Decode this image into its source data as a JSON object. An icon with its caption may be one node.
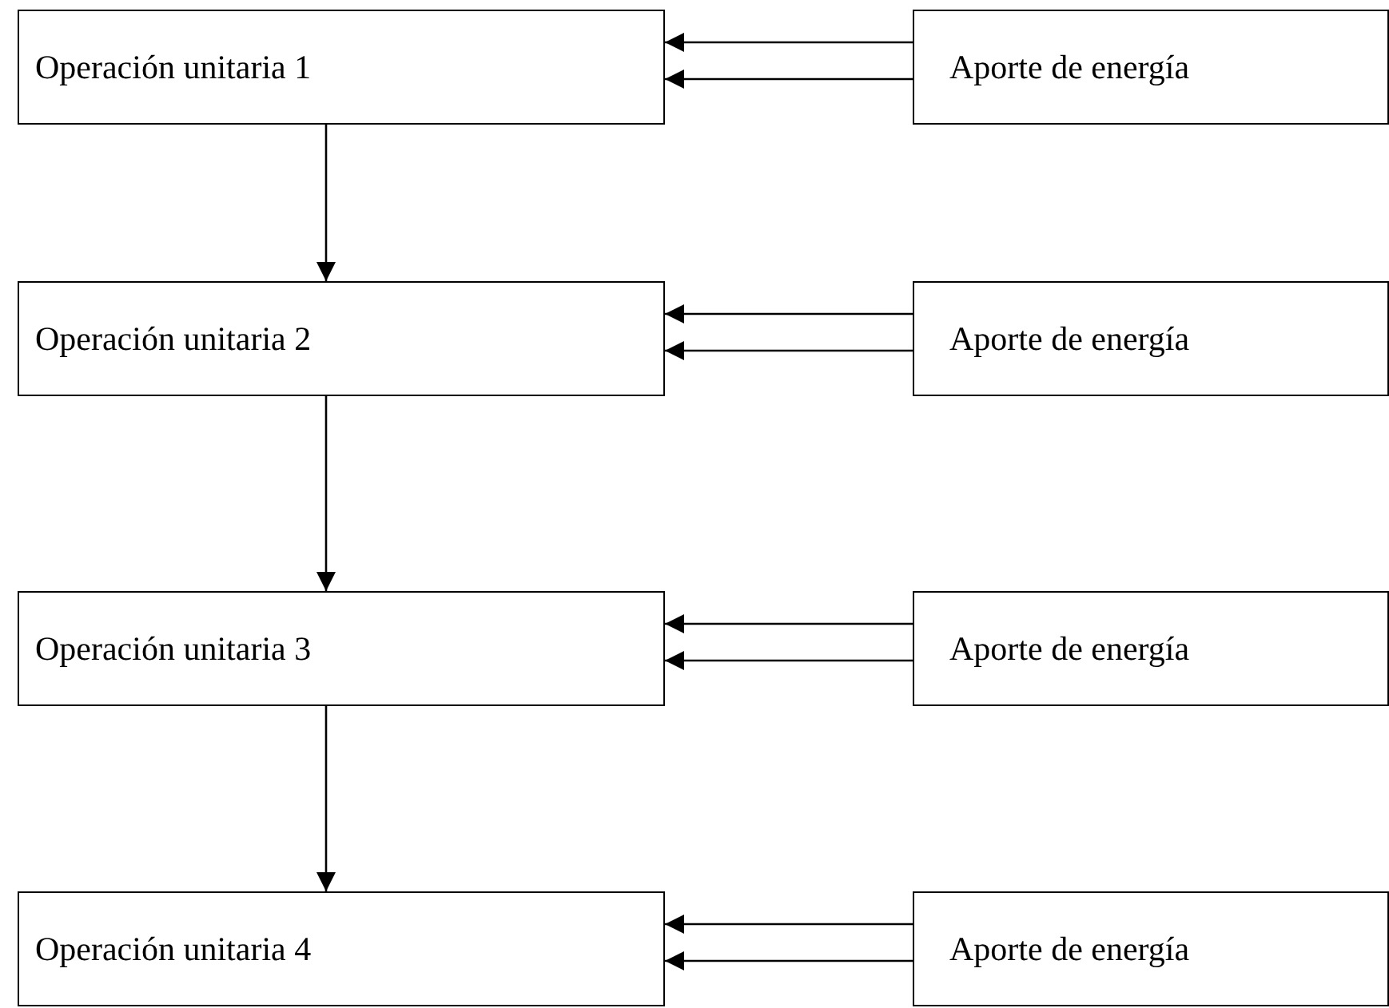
{
  "diagram": {
    "nodes": [
      {
        "text": [
          "Operación unitaria 1"
        ]
      },
      {
        "text": [
          "Aporte de energía"
        ]
      },
      {
        "text": [
          "Operación unitaria 2"
        ]
      },
      {
        "text": [
          "Aporte de energía"
        ]
      },
      {
        "text": [
          "Operación unitaria 3"
        ]
      },
      {
        "text": [
          "Aporte de energía"
        ]
      },
      {
        "text": [
          "Operación unitaria 4"
        ]
      },
      {
        "text": [
          "Aporte de energía"
        ]
      }
    ],
    "edges": [
      {
        "from": 1,
        "to": 0,
        "arrow": "to"
      },
      {
        "from": 1,
        "to": 0,
        "arrow": "to"
      },
      {
        "from": 0,
        "to": 2,
        "arrow": "to"
      },
      {
        "from": 3,
        "to": 2,
        "arrow": "to"
      },
      {
        "from": 3,
        "to": 2,
        "arrow": "to"
      },
      {
        "from": 2,
        "to": 4,
        "arrow": "to"
      },
      {
        "from": 5,
        "to": 4,
        "arrow": "to"
      },
      {
        "from": 5,
        "to": 4,
        "arrow": "to"
      },
      {
        "from": 4,
        "to": 6,
        "arrow": "to"
      },
      {
        "from": 7,
        "to": 6,
        "arrow": "to"
      },
      {
        "from": 7,
        "to": 6,
        "arrow": "to"
      }
    ]
  }
}
